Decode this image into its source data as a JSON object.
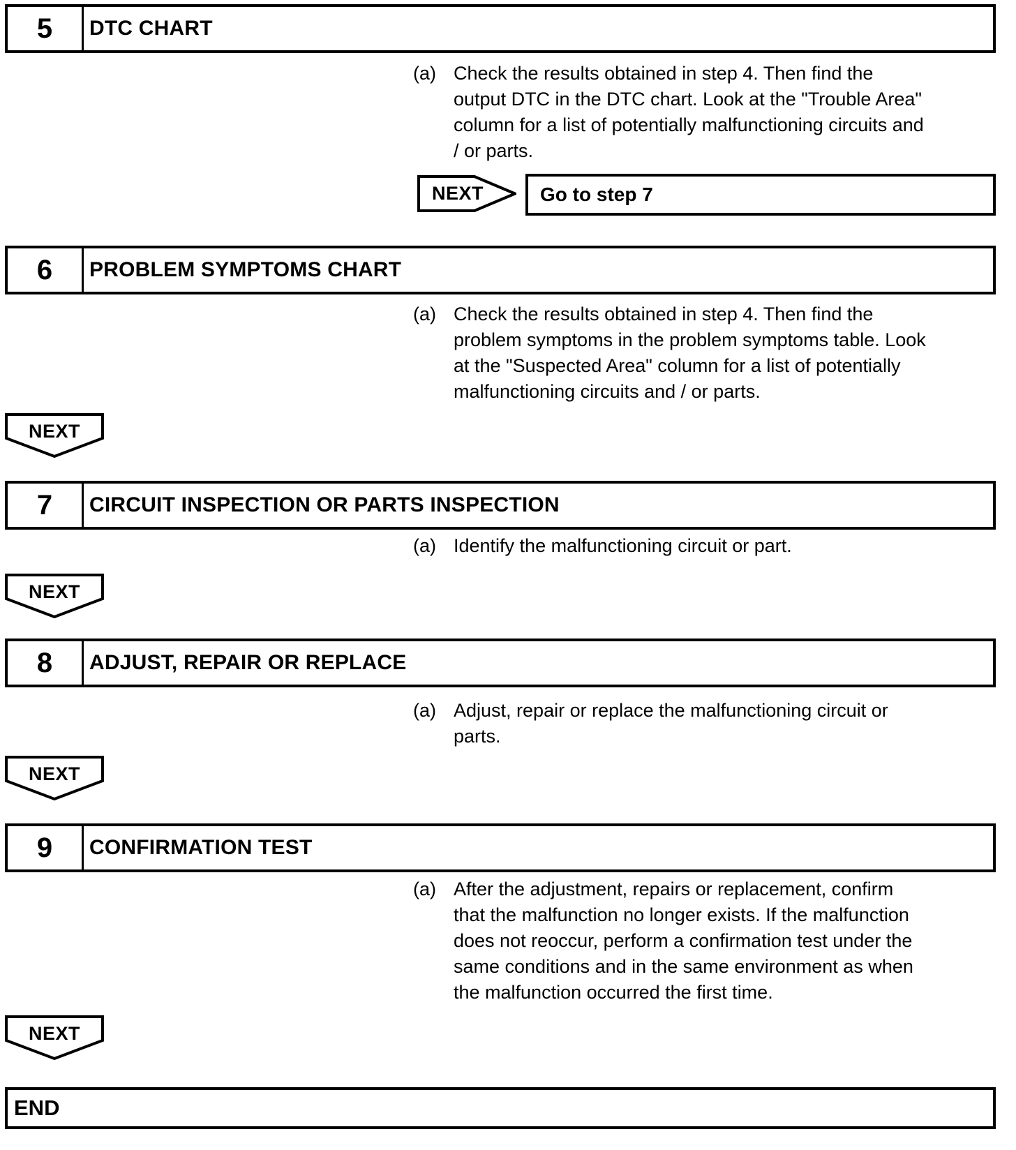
{
  "page": {
    "background": "#ffffff",
    "ink": "#000000"
  },
  "steps": [
    {
      "number": "5",
      "title": "DTC CHART",
      "marker": "(a)",
      "text": "Check the results obtained in step 4. Then find the\noutput DTC in the DTC chart. Look at the \"Trouble Area\"\ncolumn for a list of potentially malfunctioning circuits and\n/ or parts.",
      "result": {
        "arrow_label": "NEXT",
        "action": "Go to step 7"
      }
    },
    {
      "number": "6",
      "title": "PROBLEM SYMPTOMS CHART",
      "marker": "(a)",
      "text": "Check the results obtained in step 4. Then find the\nproblem symptoms in the problem symptoms table. Look\nat the \"Suspected Area\" column for a list of potentially\nmalfunctioning circuits and / or parts.",
      "next_label": "NEXT"
    },
    {
      "number": "7",
      "title": "CIRCUIT INSPECTION OR PARTS INSPECTION",
      "marker": "(a)",
      "text": "Identify the malfunctioning circuit or part.",
      "next_label": "NEXT"
    },
    {
      "number": "8",
      "title": "ADJUST, REPAIR OR REPLACE",
      "marker": "(a)",
      "text": "Adjust, repair or replace the malfunctioning circuit or\nparts.",
      "next_label": "NEXT"
    },
    {
      "number": "9",
      "title": "CONFIRMATION TEST",
      "marker": "(a)",
      "text": "After the adjustment, repairs or replacement, confirm\nthat the malfunction no longer exists. If the malfunction\ndoes not reoccur, perform a confirmation test under the\nsame conditions and in the same environment as when\nthe malfunction occurred the first time.",
      "next_label": "NEXT"
    }
  ],
  "end_label": "END"
}
